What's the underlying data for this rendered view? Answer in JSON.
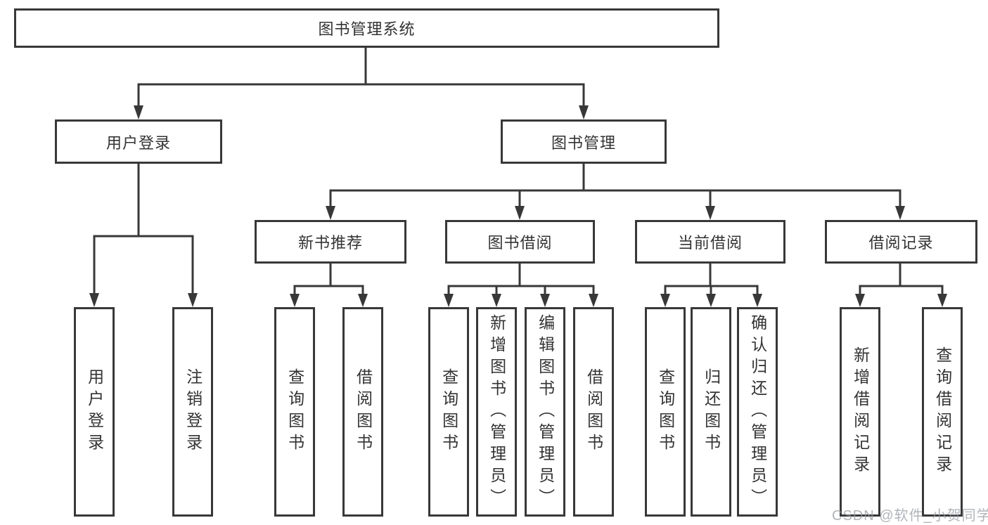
{
  "tree": {
    "label": "图书管理系统",
    "children": [
      {
        "label": "用户登录",
        "children": [
          {
            "label": "用户登录"
          },
          {
            "label": "注销登录"
          }
        ]
      },
      {
        "label": "图书管理",
        "children": [
          {
            "label": "新书推荐",
            "children": [
              {
                "label": "查询图书"
              },
              {
                "label": "借阅图书"
              }
            ]
          },
          {
            "label": "图书借阅",
            "children": [
              {
                "label": "查询图书"
              },
              {
                "label": "新增图书（管理员）"
              },
              {
                "label": "编辑图书（管理员）"
              },
              {
                "label": "借阅图书"
              }
            ]
          },
          {
            "label": "当前借阅",
            "children": [
              {
                "label": "查询图书"
              },
              {
                "label": "归还图书"
              },
              {
                "label": "确认归还（管理员）"
              }
            ]
          },
          {
            "label": "借阅记录",
            "children": [
              {
                "label": "新增借阅记录"
              },
              {
                "label": "查询借阅记录"
              }
            ]
          }
        ]
      }
    ]
  },
  "watermark": {
    "text": "CSDN @软件_小贺同学"
  },
  "colors": {
    "line": "#383838",
    "box_border": "#383838",
    "text": "#333333",
    "background": "#ffffff",
    "watermark_text": "#9b9fa4"
  }
}
